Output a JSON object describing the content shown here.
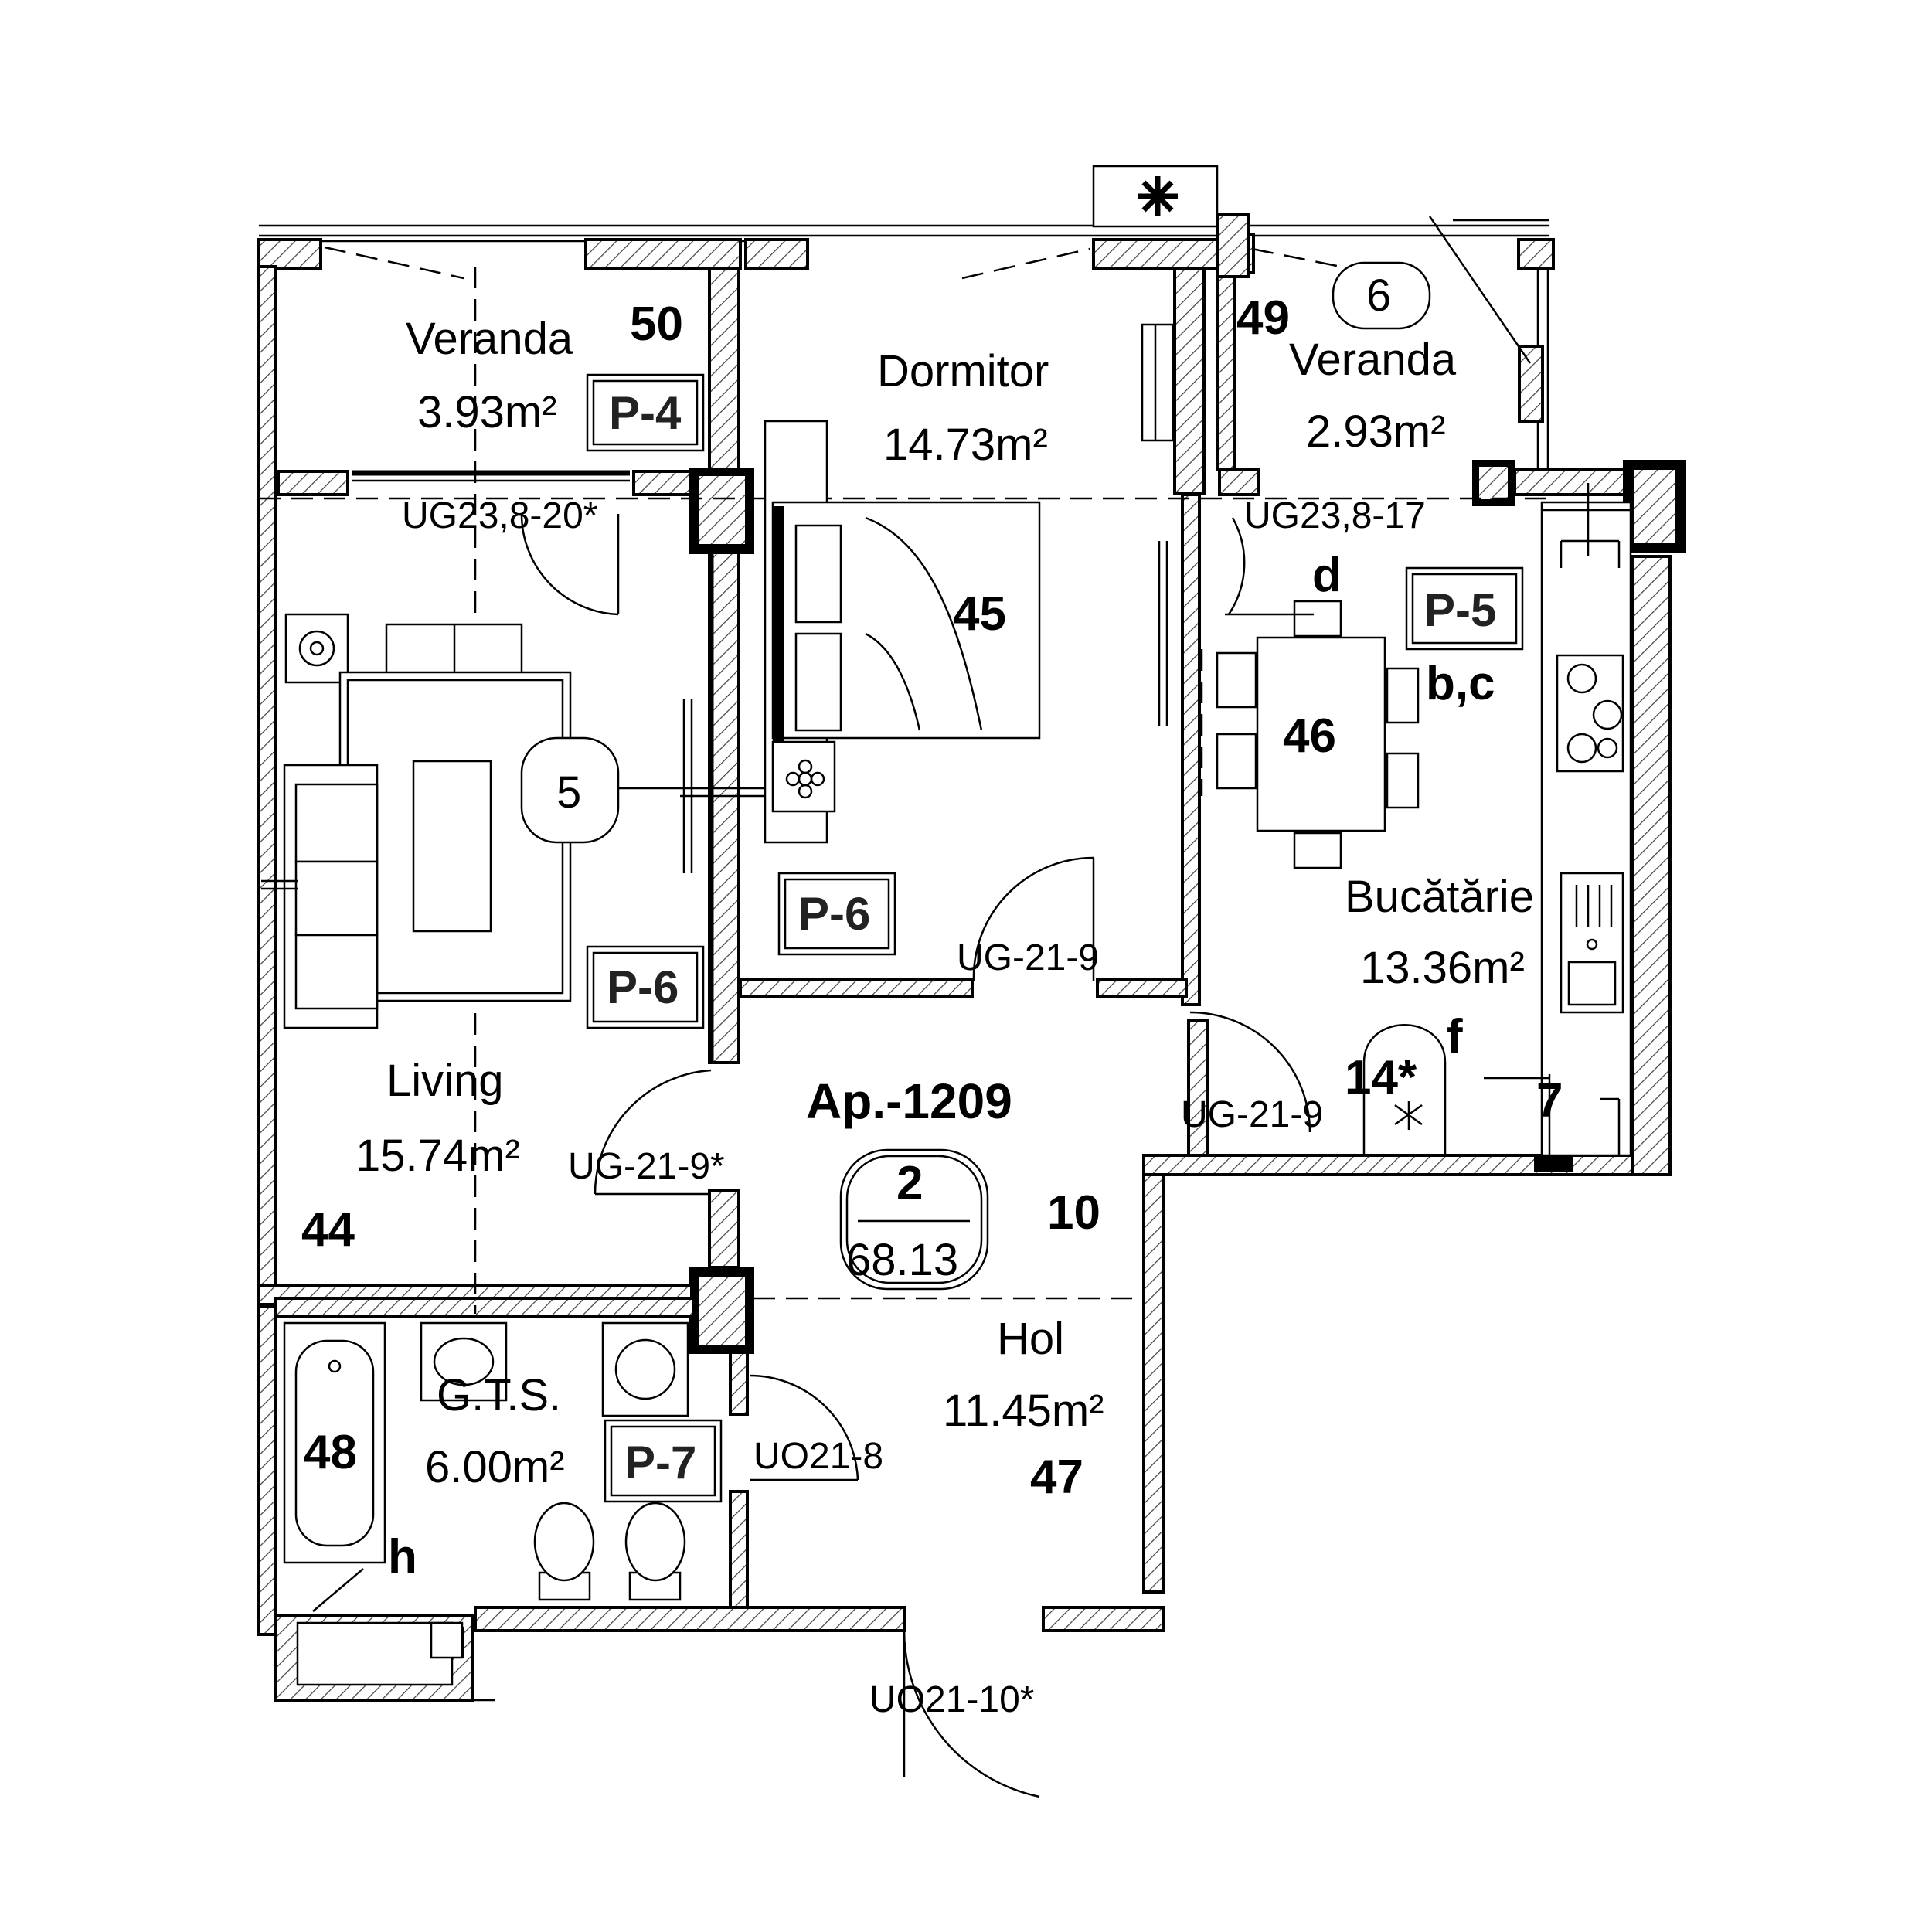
{
  "rooms": {
    "veranda_left": {
      "name": "Veranda",
      "area": "3.93m²",
      "number": "50",
      "tag": "P-4"
    },
    "dormitor": {
      "name": "Dormitor",
      "area": "14.73m²",
      "number": "45",
      "tag": "P-6"
    },
    "veranda_right": {
      "name": "Veranda",
      "area": "2.93m²",
      "number": "49",
      "marker": "6"
    },
    "living": {
      "name": "Living",
      "area": "15.74m²",
      "number": "44",
      "tag": "P-6",
      "marker": "5"
    },
    "bucatarie": {
      "name": "Bucătărie",
      "area": "13.36m²",
      "number": "46",
      "tag": "P-5"
    },
    "gts": {
      "name": "G.T.S.",
      "area": "6.00m²",
      "number": "48",
      "tag": "P-7"
    },
    "hol": {
      "name": "Hol",
      "area": "11.45m²",
      "number": "47"
    }
  },
  "doors": {
    "living_veranda": "UG23,8-20*",
    "kitchen_veranda": "UG23,8-17",
    "dormitor_hol": "UG-21-9",
    "kitchen_hol": "UG-21-9",
    "living_hol": "UG-21-9*",
    "gts_hol": "UO21-8",
    "entrance": "UO21-10*"
  },
  "apartment": {
    "label": "Ap.-1209",
    "rooms_count": "2",
    "total_area": "68.13",
    "hol_marker": "10"
  },
  "markers": {
    "d": "d",
    "bc": "b,c",
    "f": "f",
    "seven": "7",
    "fourteen": "14*",
    "h": "h"
  },
  "icons": [
    "snowflake-icon",
    "flower-icon",
    "stove-icon",
    "sink-icon",
    "bathtub-icon",
    "toilet-icon",
    "washing-machine-icon",
    "boiler-icon"
  ]
}
